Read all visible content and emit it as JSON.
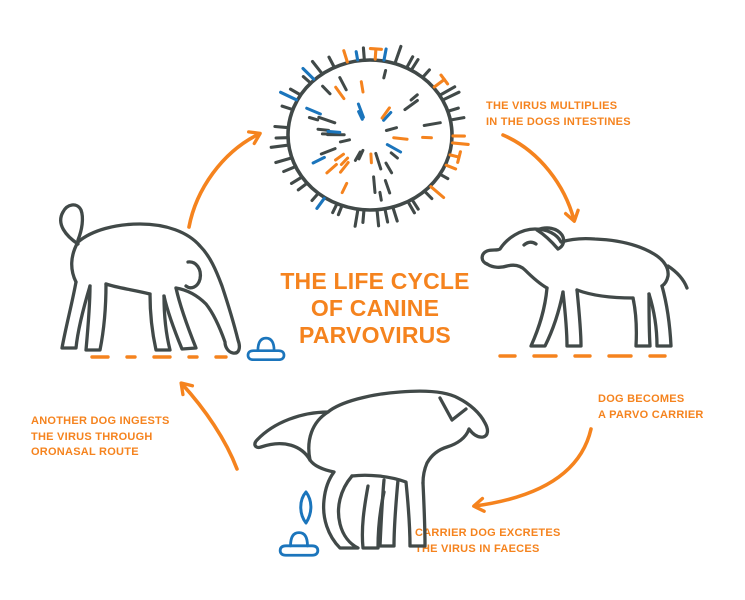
{
  "diagram": {
    "title": "THE LIFE CYCLE\nOF CANINE\nPARVOVIRUS",
    "steps": [
      {
        "id": "multiply",
        "label": "THE VIRUS MULTIPLIES\nIN THE DOGS INTESTINES"
      },
      {
        "id": "carrier",
        "label": "DOG BECOMES\nA PARVO CARRIER"
      },
      {
        "id": "excrete",
        "label": "CARRIER DOG EXCRETES\nTHE VIRUS IN FAECES"
      },
      {
        "id": "ingest",
        "label": "ANOTHER DOG INGESTS\nTHE VIRUS THROUGH\nORONASAL ROUTE"
      }
    ],
    "icons": [
      "parvovirus-virion-icon",
      "puppy-carrier-dog-icon",
      "excreting-dog-icon",
      "sniffing-dog-icon",
      "faeces-icon",
      "falling-faeces-icon",
      "cycle-arrow"
    ]
  },
  "colors": {
    "orange": "#F5831E",
    "dark": "#414948",
    "blue": "#1B75BC",
    "background": "#FFFFFF"
  },
  "virus": {
    "outer_spikes": 46,
    "inner_dashes": 40,
    "seed": 20240
  }
}
